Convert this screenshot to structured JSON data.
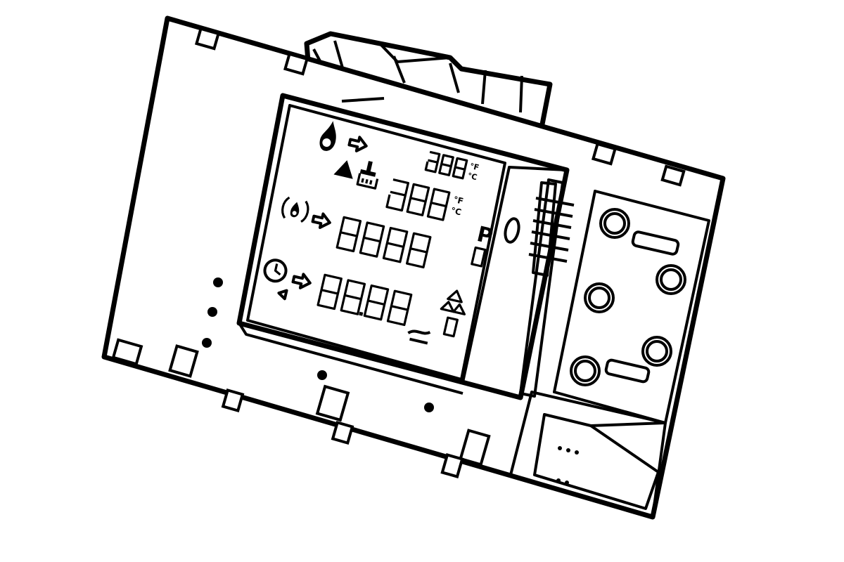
{
  "display": {
    "temp_unit_f": "°F",
    "temp_unit_c": "°C",
    "mode_letter": "P"
  },
  "icons": [
    "flame-icon",
    "warning-triangle-icon",
    "tap-icon",
    "pressure-icon",
    "clock-icon",
    "recycle-icon",
    "arrow-icon",
    "radiator-icon"
  ],
  "colors": {
    "line": "#000000",
    "background": "#ffffff"
  }
}
